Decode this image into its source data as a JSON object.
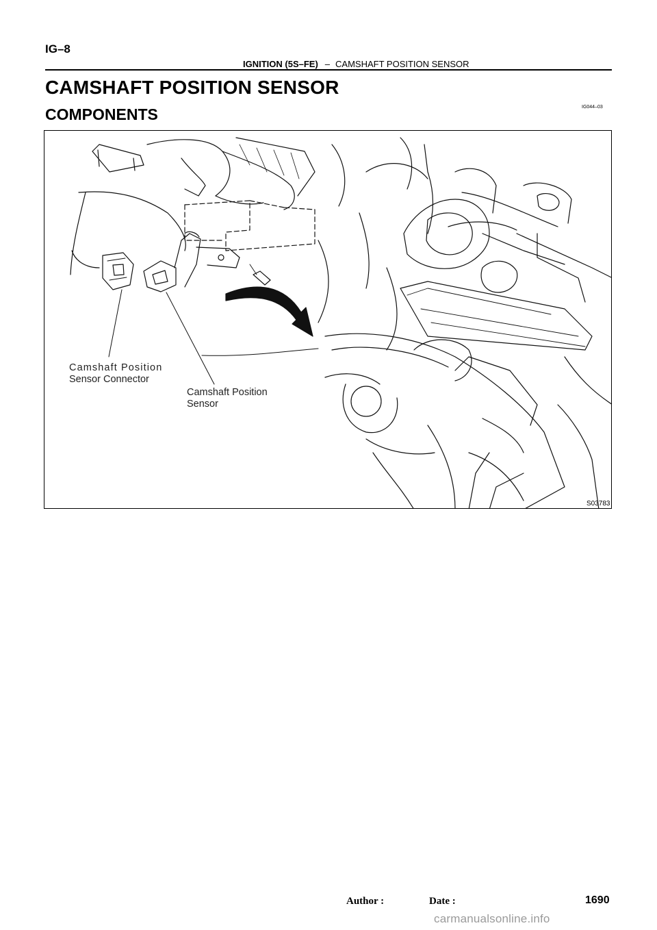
{
  "header": {
    "page_label": "IG–8",
    "section": "IGNITION (5S–FE)",
    "separator": "–",
    "topic": "CAMSHAFT POSITION SENSOR"
  },
  "title": "CAMSHAFT POSITION SENSOR",
  "subtitle": "COMPONENTS",
  "doc_code": "IG044–03",
  "figure": {
    "callouts": {
      "connector_line1": "Camshaft  Position",
      "connector_line2": "Sensor Connector",
      "sensor_line1": "Camshaft Position",
      "sensor_line2": "Sensor"
    },
    "figure_id": "S03783"
  },
  "footer": {
    "author_label": "Author :",
    "date_label": "Date :",
    "page_number": "1690"
  },
  "watermark": "carmanualsonline.info"
}
